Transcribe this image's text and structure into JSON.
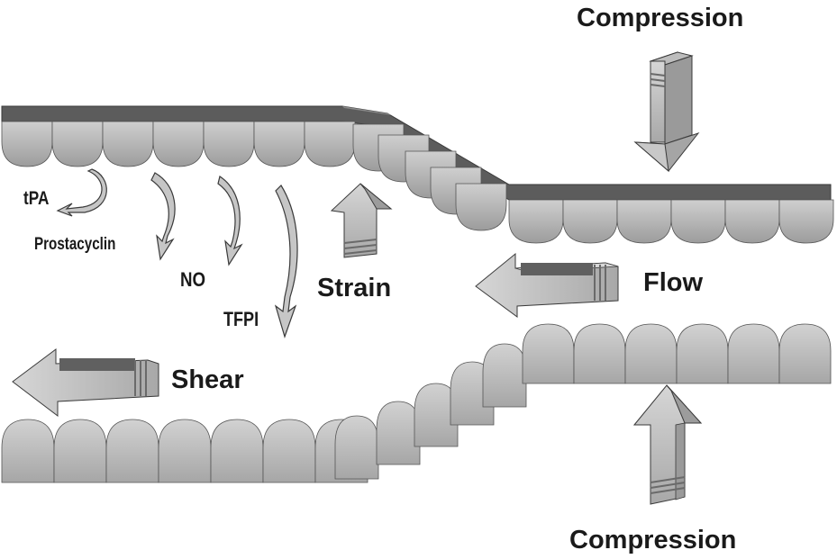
{
  "labels": {
    "compression_top": "Compression",
    "compression_bottom": "Compression",
    "flow": "Flow",
    "strain": "Strain",
    "shear": "Shear",
    "tpa": "tPA",
    "prostacyclin": "Prostacyclin",
    "no": "NO",
    "tfpi": "TFPI"
  },
  "colors": {
    "cell_face": "#b8b8b8",
    "cell_dark": "#8a8a8a",
    "membrane_top": "#5e5e5e",
    "arrow_fill": "#c4c4c4",
    "arrow_side": "#8e8e8e",
    "arrow_stripe": "#6a6a6a",
    "outline": "#3a3a3a"
  }
}
